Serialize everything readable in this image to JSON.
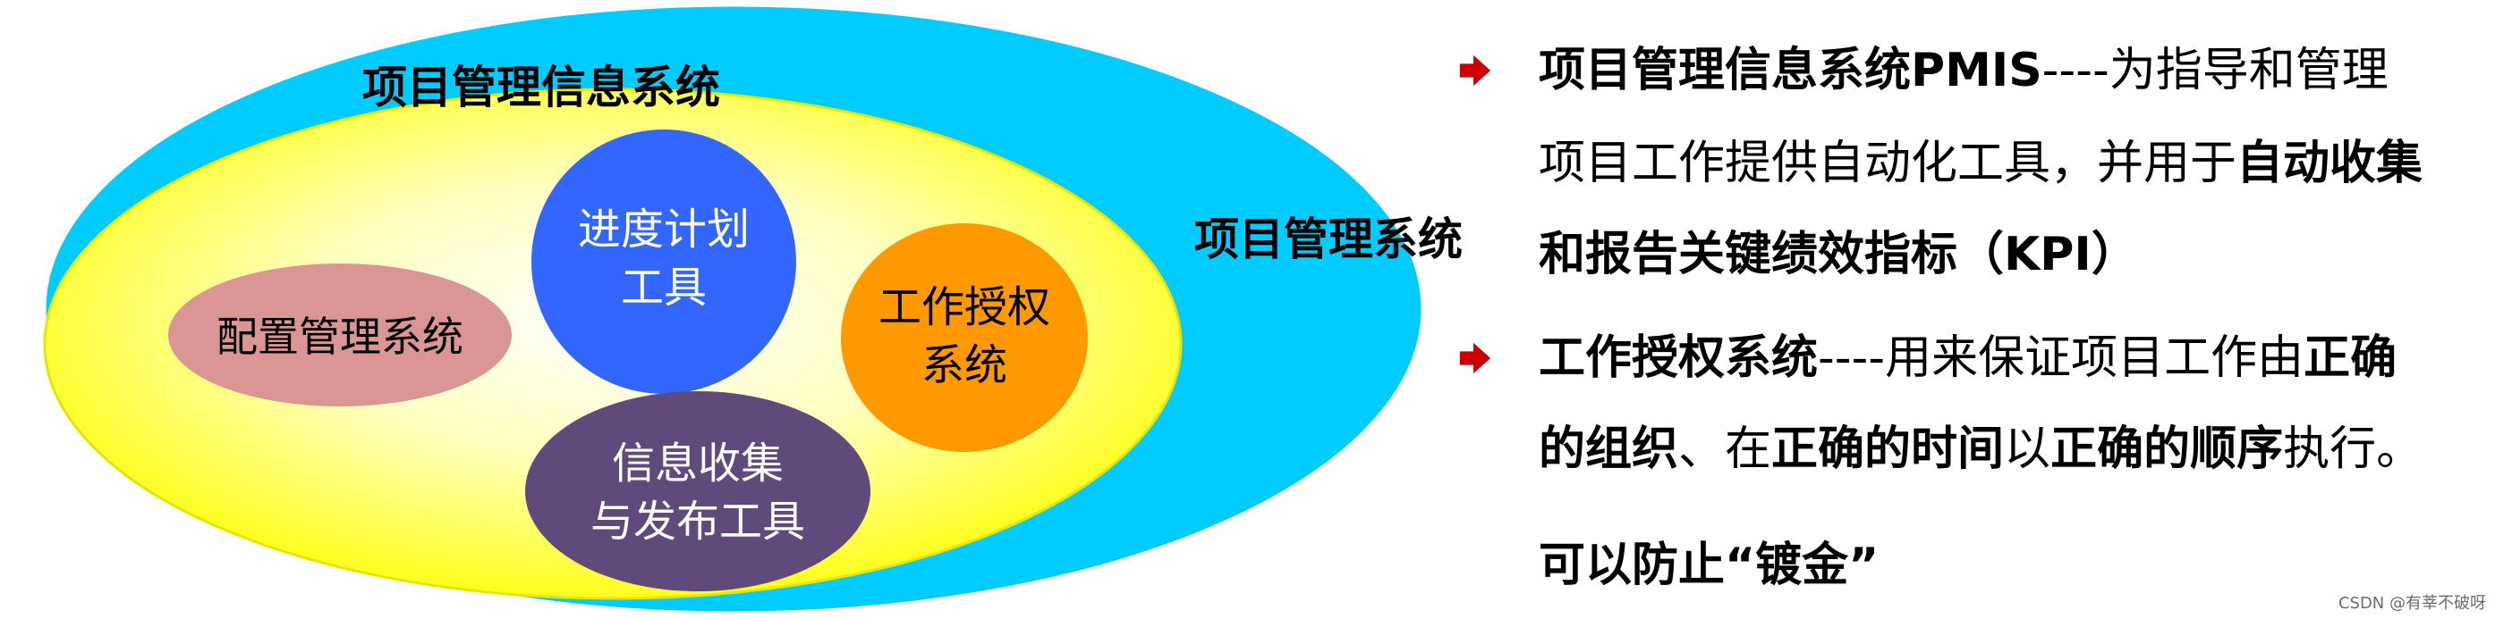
{
  "diagram": {
    "outer_label": "项目管理系统",
    "inner_label": "项目管理信息系统",
    "circles": {
      "schedule": [
        "进度计划",
        "工具"
      ],
      "config": [
        "配置管理系统"
      ],
      "auth": [
        "工作授权",
        "系统"
      ],
      "info": [
        "信息收集",
        "与发布工具"
      ]
    },
    "colors": {
      "outer": "#00CCFF",
      "inner": "#FFFF00",
      "schedule": "#3366FF",
      "config": "#D99694",
      "auth": "#FF9900",
      "info": "#604A7B",
      "bullet": "#CC0000"
    }
  },
  "explanations": {
    "pmis": {
      "l1_bold": "项目管理信息系统PMIS",
      "l1_rest": "----为指导和管理",
      "l2_plain": "项目工作提供自动化工具，并用于",
      "l2_bold": "自动收集",
      "l3_bold": "和报告关键绩效指标",
      "l3_rest": "（KPI）"
    },
    "auth": {
      "l1_bold": "工作授权系统",
      "l1_plain": "----用来保证项目工作由",
      "l1_bold2": "正确",
      "l2_bold": "的组织",
      "l2_plain": "、在",
      "l2_bold2": "正确的时间",
      "l2_plain2": "以",
      "l2_bold3": "正确的顺序",
      "l2_plain3": "执行。"
    },
    "footer": "可以防止“镀金”"
  },
  "watermark": "CSDN @有莘不破呀"
}
